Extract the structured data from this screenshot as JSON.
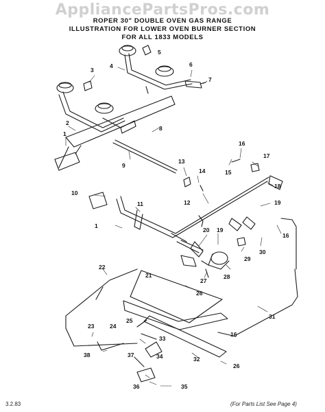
{
  "watermark": "AppliancePartsPros.com",
  "title": {
    "line1": "ROPER 30\" DOUBLE OVEN GAS RANGE",
    "line2": "ILLUSTRATION FOR LOWER OVEN BURNER SECTION",
    "line3": "FOR ALL 1833 MODELS"
  },
  "callouts": [
    {
      "id": "c1a",
      "text": "1"
    },
    {
      "id": "c1b",
      "text": "1"
    },
    {
      "id": "c2",
      "text": "2"
    },
    {
      "id": "c3",
      "text": "3"
    },
    {
      "id": "c4",
      "text": "4"
    },
    {
      "id": "c5",
      "text": "5"
    },
    {
      "id": "c6",
      "text": "6"
    },
    {
      "id": "c7",
      "text": "7"
    },
    {
      "id": "c8",
      "text": "8"
    },
    {
      "id": "c9",
      "text": "9"
    },
    {
      "id": "c10",
      "text": "10"
    },
    {
      "id": "c11",
      "text": "11"
    },
    {
      "id": "c12",
      "text": "12"
    },
    {
      "id": "c13",
      "text": "13"
    },
    {
      "id": "c14",
      "text": "14"
    },
    {
      "id": "c15",
      "text": "15"
    },
    {
      "id": "c16a",
      "text": "16"
    },
    {
      "id": "c16b",
      "text": "16"
    },
    {
      "id": "c16c",
      "text": "16"
    },
    {
      "id": "c17",
      "text": "17"
    },
    {
      "id": "c18",
      "text": "18"
    },
    {
      "id": "c19a",
      "text": "19"
    },
    {
      "id": "c19b",
      "text": "19"
    },
    {
      "id": "c20",
      "text": "20"
    },
    {
      "id": "c21",
      "text": "21"
    },
    {
      "id": "c22",
      "text": "22"
    },
    {
      "id": "c23",
      "text": "23"
    },
    {
      "id": "c24",
      "text": "24"
    },
    {
      "id": "c25",
      "text": "25"
    },
    {
      "id": "c26a",
      "text": "26"
    },
    {
      "id": "c26b",
      "text": "26"
    },
    {
      "id": "c27",
      "text": "27"
    },
    {
      "id": "c28",
      "text": "28"
    },
    {
      "id": "c29",
      "text": "29"
    },
    {
      "id": "c30",
      "text": "30"
    },
    {
      "id": "c31",
      "text": "31"
    },
    {
      "id": "c32",
      "text": "32"
    },
    {
      "id": "c33",
      "text": "33"
    },
    {
      "id": "c34",
      "text": "34"
    },
    {
      "id": "c35",
      "text": "35"
    },
    {
      "id": "c36",
      "text": "36"
    },
    {
      "id": "c37",
      "text": "37"
    },
    {
      "id": "c38",
      "text": "38"
    }
  ],
  "footer": {
    "date": "3.2.83",
    "note": "(For Parts List See Page 4)"
  }
}
